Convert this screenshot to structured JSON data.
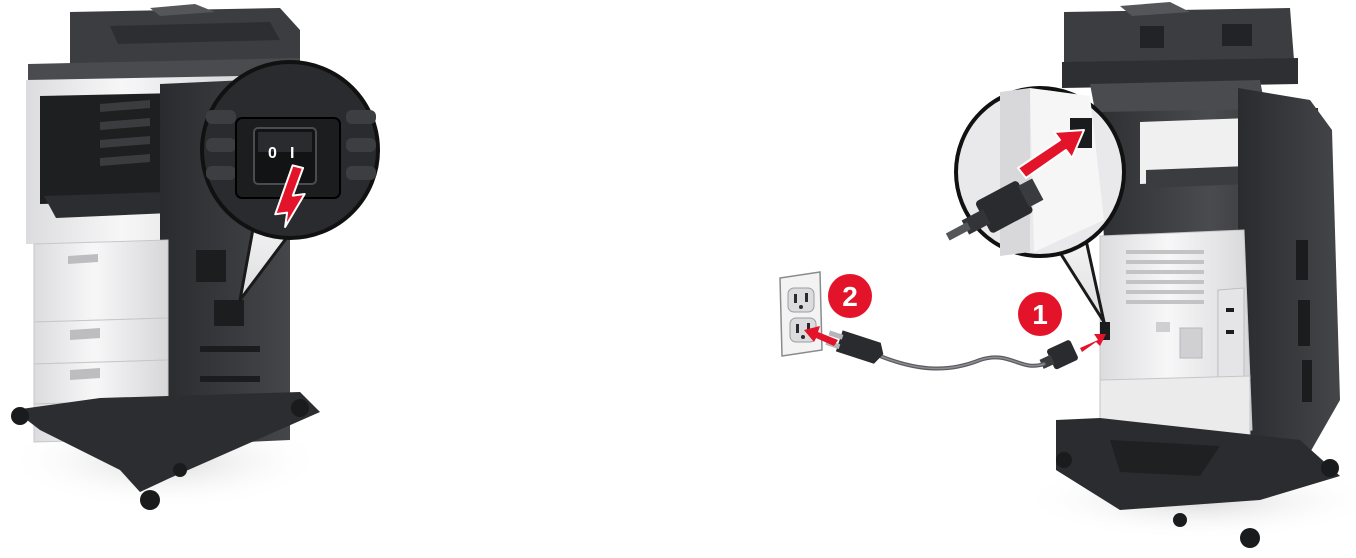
{
  "illustration": {
    "left": {
      "subject": "multifunction-printer-front",
      "callout": "power-switch",
      "switch_off_label": "0",
      "switch_on_label": "I"
    },
    "right": {
      "subject": "multifunction-printer-rear",
      "callout": "power-cord-port",
      "steps": [
        {
          "number": "1",
          "target": "printer-power-port"
        },
        {
          "number": "2",
          "target": "wall-outlet"
        }
      ]
    },
    "colors": {
      "arrow": "#e3142a",
      "badge": "#e3142a",
      "printer_dark": "#3a3b3e",
      "printer_light": "#eeeeef"
    }
  }
}
